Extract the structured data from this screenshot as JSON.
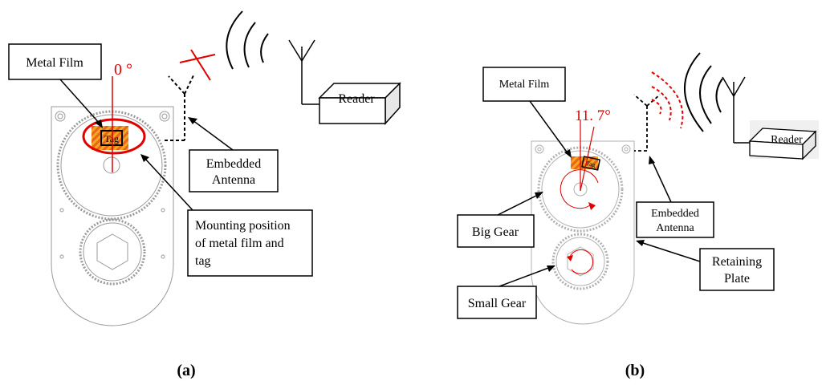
{
  "panel_a": {
    "caption": "(a)",
    "angle": "0 °",
    "tag": "Tag",
    "reader": "Reader",
    "callouts": {
      "metal_film": "Metal Film",
      "embedded_antenna": [
        "Embedded",
        "Antenna"
      ],
      "mounting": [
        "Mounting position",
        "of metal film and",
        "tag"
      ]
    }
  },
  "panel_b": {
    "caption": "(b)",
    "angle": "11. 7°",
    "tag": "Tag",
    "reader": "Reader",
    "callouts": {
      "metal_film": "Metal Film",
      "big_gear": "Big Gear",
      "small_gear": "Small Gear",
      "embedded_antenna": [
        "Embedded",
        "Antenna"
      ],
      "retaining_plate": [
        "Retaining",
        "Plate"
      ]
    }
  },
  "colors": {
    "red": "#e00000",
    "film_orange": "#f08020",
    "gray": "#9a9a9a"
  }
}
